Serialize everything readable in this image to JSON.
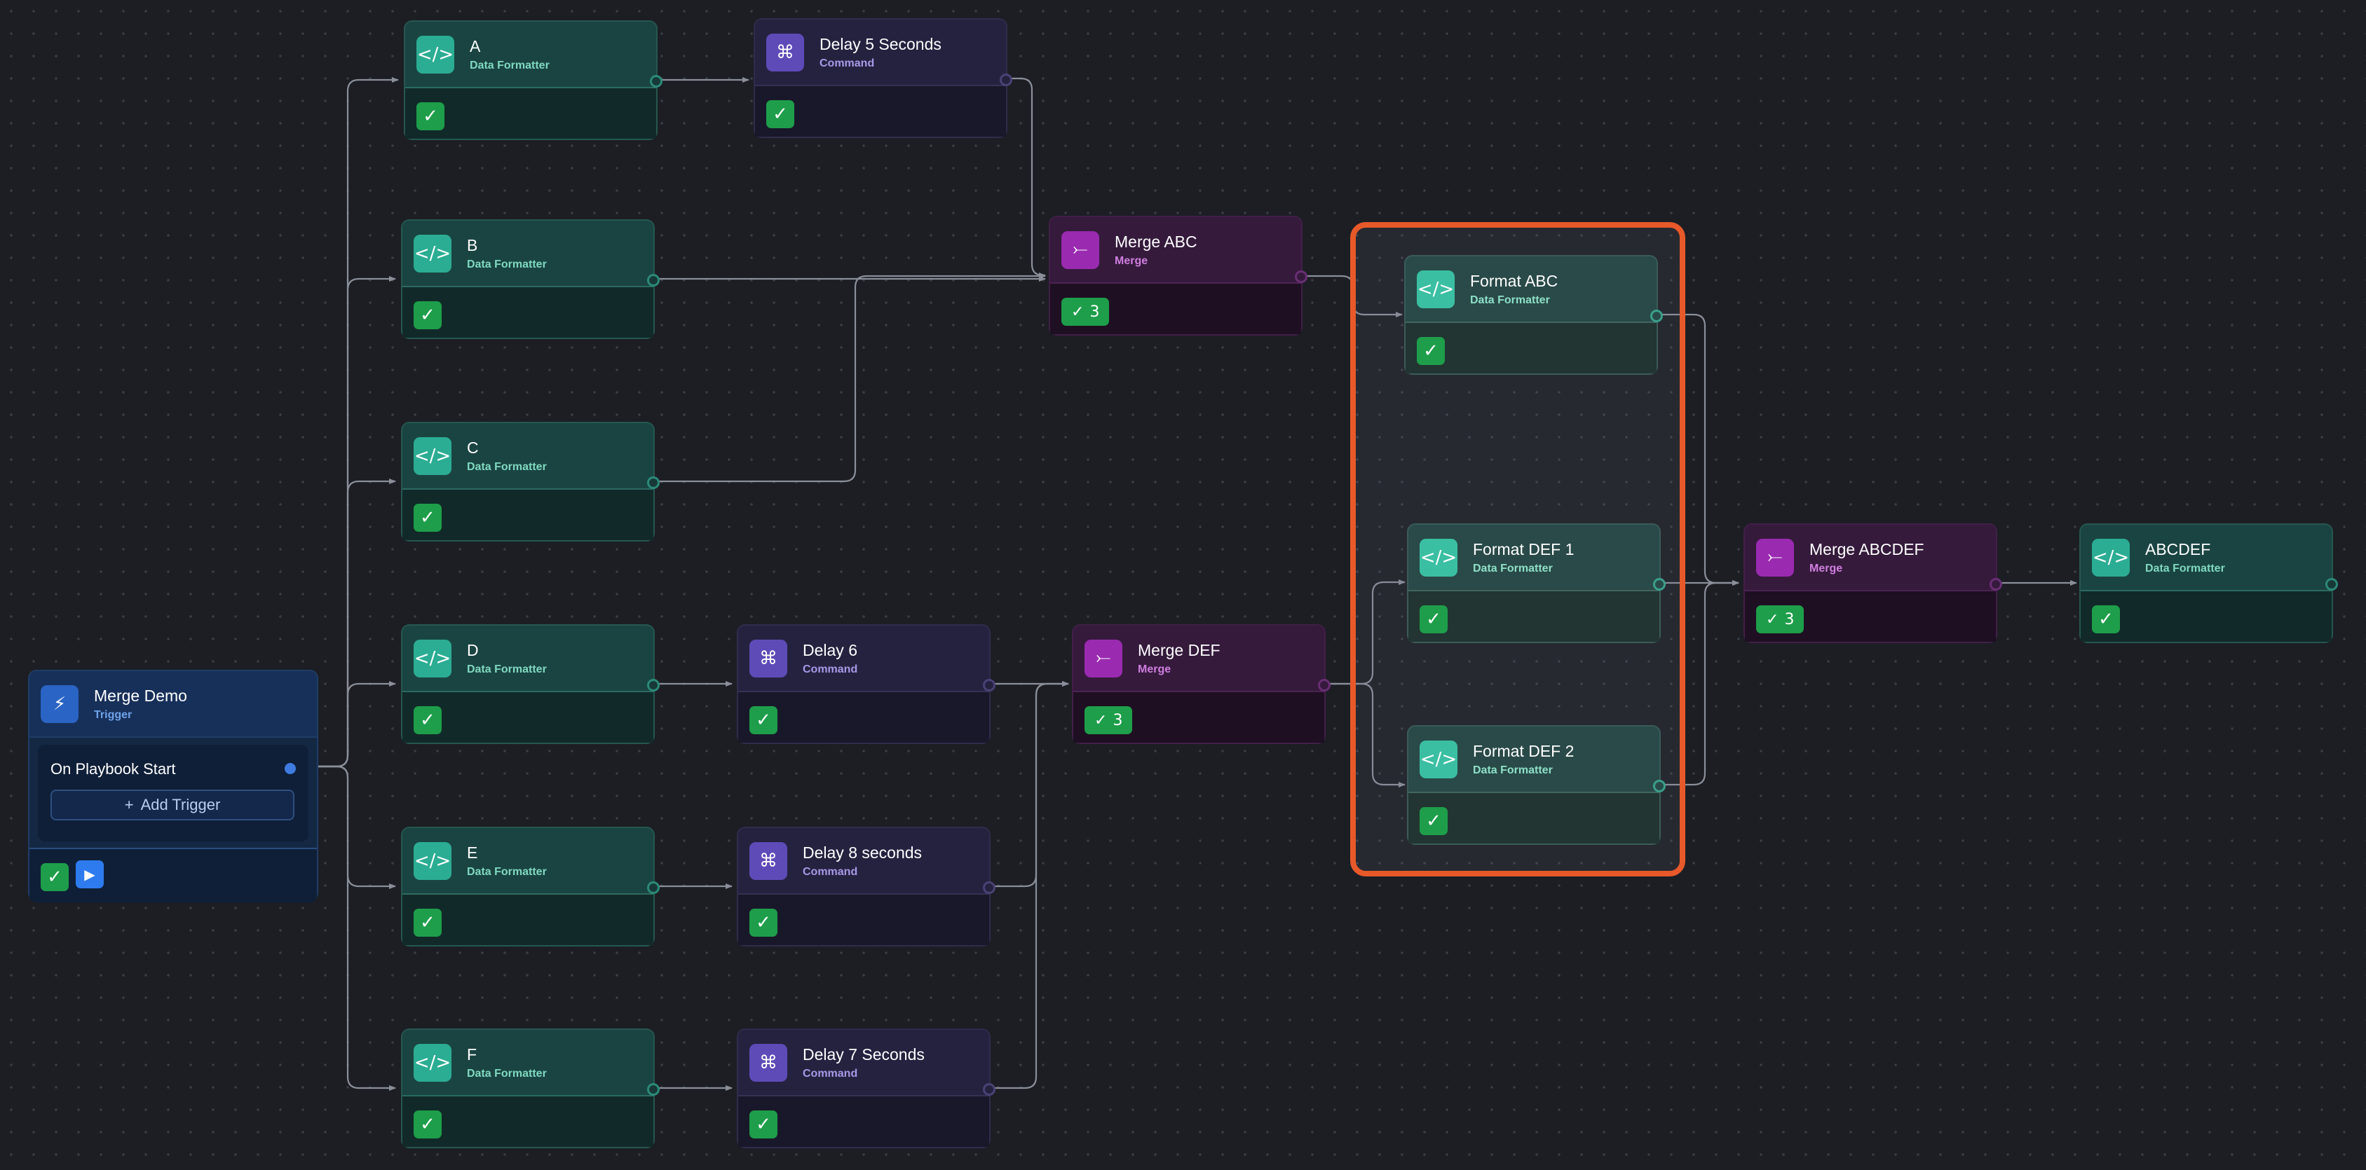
{
  "playbook": {
    "trigger": {
      "title": "Merge Demo",
      "subtitle": "Trigger",
      "event": "On Playbook Start",
      "add_label": "Add Trigger",
      "icon": "bolt-icon"
    },
    "status": {
      "check": "✓",
      "play": "▶"
    },
    "nodes": {
      "a": {
        "title": "A",
        "subtitle": "Data Formatter",
        "icon": "code-icon"
      },
      "b": {
        "title": "B",
        "subtitle": "Data Formatter",
        "icon": "code-icon"
      },
      "c": {
        "title": "C",
        "subtitle": "Data Formatter",
        "icon": "code-icon"
      },
      "d": {
        "title": "D",
        "subtitle": "Data Formatter",
        "icon": "code-icon"
      },
      "e": {
        "title": "E",
        "subtitle": "Data Formatter",
        "icon": "code-icon"
      },
      "f": {
        "title": "F",
        "subtitle": "Data Formatter",
        "icon": "code-icon"
      },
      "delay5": {
        "title": "Delay 5 Seconds",
        "subtitle": "Command",
        "icon": "command-icon"
      },
      "delay6": {
        "title": "Delay 6",
        "subtitle": "Command",
        "icon": "command-icon"
      },
      "delay8": {
        "title": "Delay 8 seconds",
        "subtitle": "Command",
        "icon": "command-icon"
      },
      "delay7": {
        "title": "Delay 7 Seconds",
        "subtitle": "Command",
        "icon": "command-icon"
      },
      "merge_abc": {
        "title": "Merge ABC",
        "subtitle": "Merge",
        "count": "3",
        "icon": "merge-icon"
      },
      "merge_def": {
        "title": "Merge DEF",
        "subtitle": "Merge",
        "count": "3",
        "icon": "merge-icon"
      },
      "format_abc": {
        "title": "Format ABC",
        "subtitle": "Data Formatter",
        "icon": "code-icon"
      },
      "format_def1": {
        "title": "Format DEF 1",
        "subtitle": "Data Formatter",
        "icon": "code-icon"
      },
      "format_def2": {
        "title": "Format DEF 2",
        "subtitle": "Data Formatter",
        "icon": "code-icon"
      },
      "merge_abcdef": {
        "title": "Merge ABCDEF",
        "subtitle": "Merge",
        "count": "3",
        "icon": "merge-icon"
      },
      "abcdef": {
        "title": "ABCDEF",
        "subtitle": "Data Formatter",
        "icon": "code-icon"
      }
    }
  },
  "colors": {
    "highlight": "#e8592a",
    "formatter": "#2bad93",
    "command": "#5e4bb8",
    "merge": "#9a2ab0",
    "success": "#1e9e4a",
    "edge": "#8a8f9a"
  }
}
